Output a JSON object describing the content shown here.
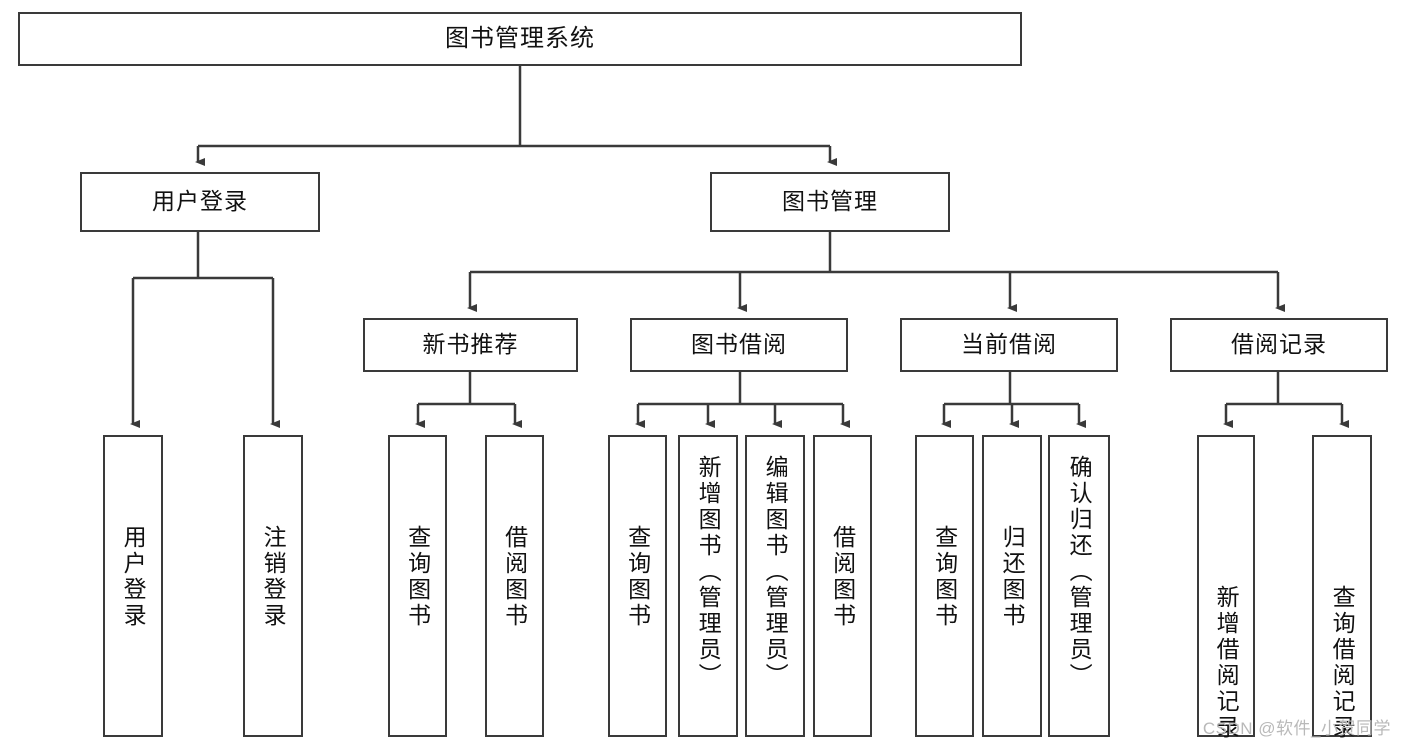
{
  "diagram": {
    "type": "tree-hierarchy",
    "title": "图书管理系统",
    "root": {
      "id": "root",
      "label": "图书管理系统"
    },
    "level2": [
      {
        "id": "user-login",
        "label": "用户登录"
      },
      {
        "id": "book-manage",
        "label": "图书管理"
      }
    ],
    "level3": [
      {
        "id": "new-book-recommend",
        "label": "新书推荐",
        "parent": "book-manage"
      },
      {
        "id": "book-borrow",
        "label": "图书借阅",
        "parent": "book-manage"
      },
      {
        "id": "current-borrow",
        "label": "当前借阅",
        "parent": "book-manage"
      },
      {
        "id": "borrow-record",
        "label": "借阅记录",
        "parent": "book-manage"
      }
    ],
    "leaves": [
      {
        "id": "leaf-user-login",
        "label": "用户登录",
        "parent": "user-login"
      },
      {
        "id": "leaf-user-logout",
        "label": "注销登录",
        "parent": "user-login"
      },
      {
        "id": "leaf-query-book-1",
        "label": "查询图书",
        "parent": "new-book-recommend"
      },
      {
        "id": "leaf-borrow-book-1",
        "label": "借阅图书",
        "parent": "new-book-recommend"
      },
      {
        "id": "leaf-query-book-2",
        "label": "查询图书",
        "parent": "book-borrow"
      },
      {
        "id": "leaf-add-book",
        "label": "新增图书（管理员）",
        "parent": "book-borrow"
      },
      {
        "id": "leaf-edit-book",
        "label": "编辑图书（管理员）",
        "parent": "book-borrow"
      },
      {
        "id": "leaf-borrow-book-2",
        "label": "借阅图书",
        "parent": "book-borrow"
      },
      {
        "id": "leaf-query-book-3",
        "label": "查询图书",
        "parent": "current-borrow"
      },
      {
        "id": "leaf-return-book",
        "label": "归还图书",
        "parent": "current-borrow"
      },
      {
        "id": "leaf-confirm-return",
        "label": "确认归还（管理员）",
        "parent": "current-borrow"
      },
      {
        "id": "leaf-add-record",
        "label": "新增借阅记录",
        "parent": "borrow-record"
      },
      {
        "id": "leaf-query-record",
        "label": "查询借阅记录",
        "parent": "borrow-record"
      }
    ],
    "colors": {
      "box_border": "#3a3a3a",
      "box_fill": "#ffffff",
      "edge": "#3a3a3a",
      "text": "#111111",
      "watermark": "#b9b9b9"
    }
  },
  "watermark": {
    "text": "CSDN @软件_小贺同学"
  }
}
